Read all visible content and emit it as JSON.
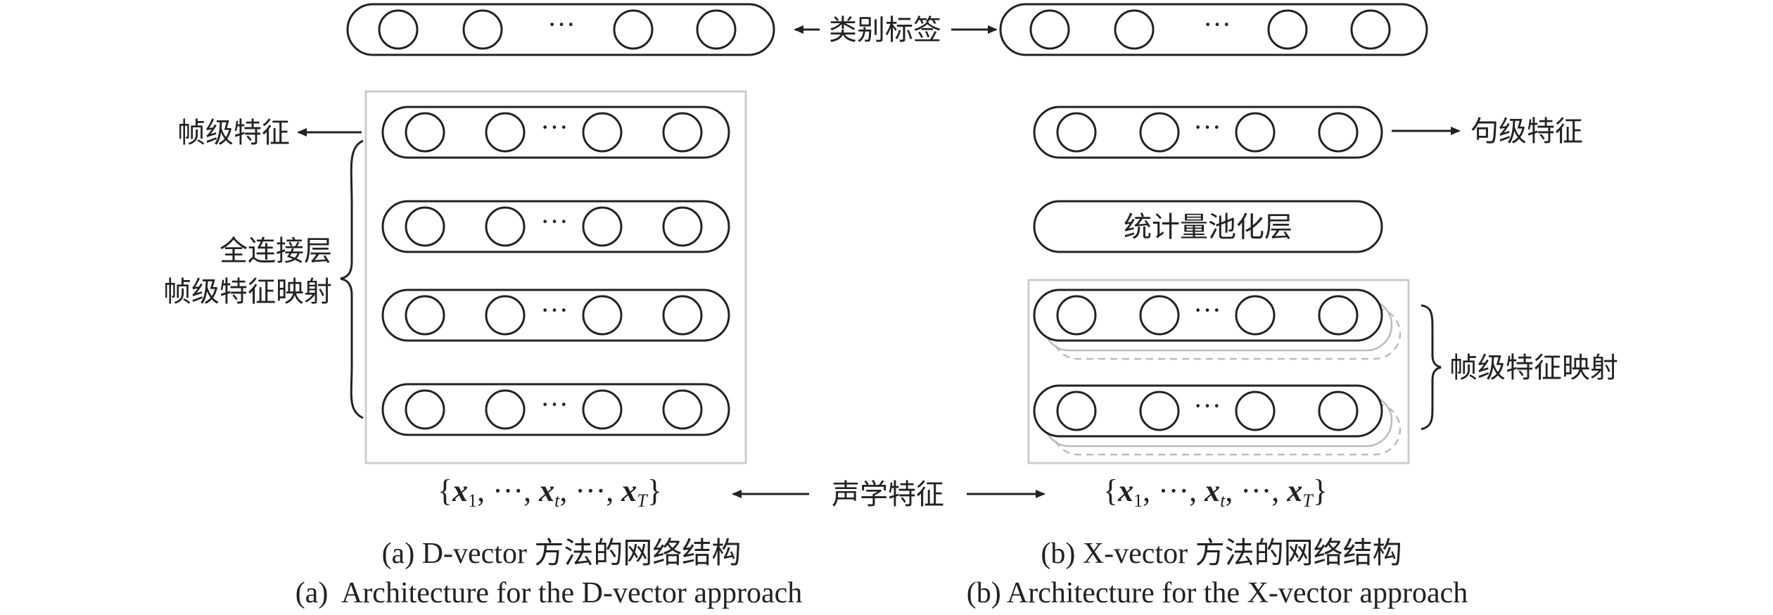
{
  "labels": {
    "class_label": "类别标签",
    "frame_feature": "帧级特征",
    "fc_layer_line1": "全连接层",
    "fc_layer_line2": "帧级特征映射",
    "sentence_feature": "句级特征",
    "stat_pooling": "统计量池化层",
    "frame_mapping": "帧级特征映射",
    "acoustic_feature": "声学特征",
    "ellipsis": "···"
  },
  "input_sequence": {
    "open_brace": "{",
    "x1": "x",
    "sub1": "1",
    "sep1": ", ···, ",
    "xt": "x",
    "subt": "t",
    "sep2": ", ···, ",
    "xT": "x",
    "subT": "T",
    "close_brace": "}"
  },
  "captions": {
    "a_cn": "(a) D-vector 方法的网络结构",
    "b_cn": "(b) X-vector 方法的网络结构",
    "a_en": "(a)  Architecture for the D-vector approach",
    "b_en": "(b) Architecture for the X-vector approach"
  }
}
